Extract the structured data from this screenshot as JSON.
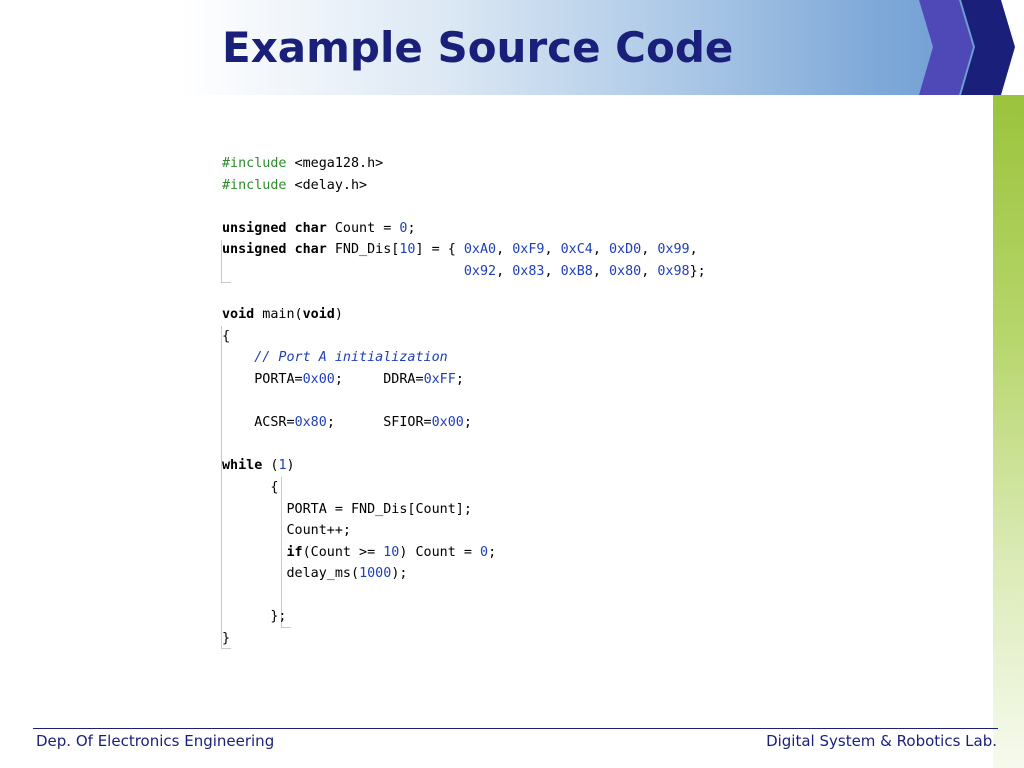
{
  "slide": {
    "title": "Example Source Code"
  },
  "code": {
    "lines": [
      [
        [
          "pp",
          "#include"
        ],
        [
          "pl",
          " <mega128.h>"
        ]
      ],
      [
        [
          "pp",
          "#include"
        ],
        [
          "pl",
          " <delay.h>"
        ]
      ],
      [],
      [
        [
          "kw",
          "unsigned"
        ],
        [
          "pl",
          " "
        ],
        [
          "kw",
          "char"
        ],
        [
          "pl",
          " Count = "
        ],
        [
          "num",
          "0"
        ],
        [
          "pl",
          ";"
        ]
      ],
      [
        [
          "kw",
          "unsigned"
        ],
        [
          "pl",
          " "
        ],
        [
          "kw",
          "char"
        ],
        [
          "pl",
          " FND_Dis["
        ],
        [
          "num",
          "10"
        ],
        [
          "pl",
          "] = { "
        ],
        [
          "num",
          "0xA0"
        ],
        [
          "pl",
          ", "
        ],
        [
          "num",
          "0xF9"
        ],
        [
          "pl",
          ", "
        ],
        [
          "num",
          "0xC4"
        ],
        [
          "pl",
          ", "
        ],
        [
          "num",
          "0xD0"
        ],
        [
          "pl",
          ", "
        ],
        [
          "num",
          "0x99"
        ],
        [
          "pl",
          ","
        ]
      ],
      [
        [
          "pl",
          "                              "
        ],
        [
          "num",
          "0x92"
        ],
        [
          "pl",
          ", "
        ],
        [
          "num",
          "0x83"
        ],
        [
          "pl",
          ", "
        ],
        [
          "num",
          "0xB8"
        ],
        [
          "pl",
          ", "
        ],
        [
          "num",
          "0x80"
        ],
        [
          "pl",
          ", "
        ],
        [
          "num",
          "0x98"
        ],
        [
          "pl",
          "};"
        ]
      ],
      [],
      [
        [
          "kw",
          "void"
        ],
        [
          "pl",
          " main("
        ],
        [
          "kw",
          "void"
        ],
        [
          "pl",
          ")"
        ]
      ],
      [
        [
          "pl",
          "{"
        ]
      ],
      [
        [
          "pl",
          "    "
        ],
        [
          "cm",
          "// Port A initialization"
        ]
      ],
      [
        [
          "pl",
          "    PORTA="
        ],
        [
          "num",
          "0x00"
        ],
        [
          "pl",
          ";     DDRA="
        ],
        [
          "num",
          "0xFF"
        ],
        [
          "pl",
          ";"
        ]
      ],
      [],
      [
        [
          "pl",
          "    ACSR="
        ],
        [
          "num",
          "0x80"
        ],
        [
          "pl",
          ";      SFIOR="
        ],
        [
          "num",
          "0x00"
        ],
        [
          "pl",
          ";"
        ]
      ],
      [],
      [
        [
          "kw",
          "while"
        ],
        [
          "pl",
          " ("
        ],
        [
          "num",
          "1"
        ],
        [
          "pl",
          ")"
        ]
      ],
      [
        [
          "pl",
          "      {"
        ]
      ],
      [
        [
          "pl",
          "        PORTA = FND_Dis[Count];"
        ]
      ],
      [
        [
          "pl",
          "        Count++;"
        ]
      ],
      [
        [
          "pl",
          "        "
        ],
        [
          "kw",
          "if"
        ],
        [
          "pl",
          "(Count >= "
        ],
        [
          "num",
          "10"
        ],
        [
          "pl",
          ") Count = "
        ],
        [
          "num",
          "0"
        ],
        [
          "pl",
          ";"
        ]
      ],
      [
        [
          "pl",
          "        delay_ms("
        ],
        [
          "num",
          "1000"
        ],
        [
          "pl",
          ");"
        ]
      ],
      [],
      [
        [
          "pl",
          "      };"
        ]
      ],
      [
        [
          "pl",
          "}"
        ]
      ]
    ]
  },
  "footer": {
    "left": "Dep. Of Electronics Engineering",
    "right": "Digital System & Robotics Lab."
  },
  "colors": {
    "title": "#1a1f7a",
    "keyword": "#000000",
    "preprocessor": "#2e8b2e",
    "number": "#1f3fb8",
    "comment": "#1f3fb8",
    "accent_green": "#9bc33c",
    "chevron_blue": "#1a1f7a"
  }
}
